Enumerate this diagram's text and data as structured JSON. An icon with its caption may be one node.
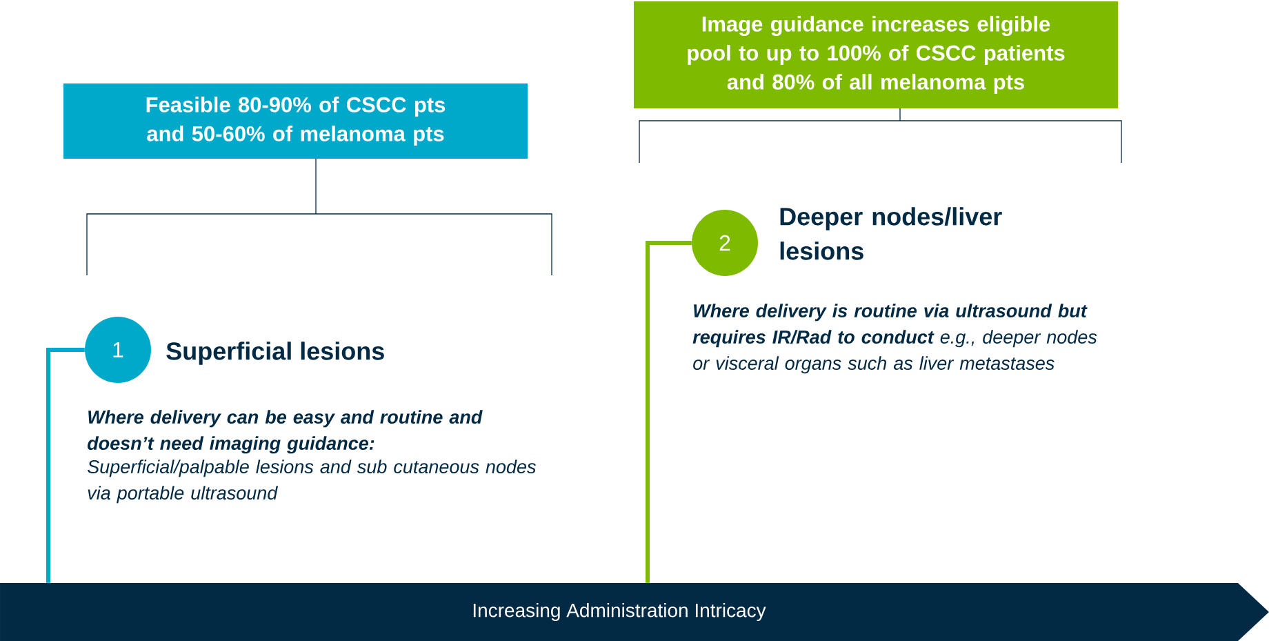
{
  "diagram": {
    "nodes": [
      {
        "text": [
          "Feasible 80-90% of CSCC pts and 50-60% of melanoma pts"
        ]
      },
      {
        "text": [
          "Image guidance increases eligible pool to up to 100% of CSCC patients and 80% of all melanoma pts"
        ]
      },
      {
        "text": [
          "1"
        ],
        "beside": [
          "Superficial lesions",
          "Where delivery can be easy and routine and doesn’t need imaging guidance:",
          "Superficial/palpable lesions and sub cutaneous nodes via portable ultrasound"
        ]
      },
      {
        "text": [
          "2"
        ],
        "beside": [
          "Deeper nodes/liver lesions",
          "**Where delivery is routine via ultrasound but requires IR/Rad to conduct** e.g., deeper nodes or visceral organs such as liver metastases"
        ]
      },
      {
        "text": [
          "Increasing Administration Intricacy"
        ]
      }
    ],
    "edges": [
      {
        "from": 2,
        "to": 4,
        "arrow": "none",
        "color": "#00a9c9"
      },
      {
        "from": 3,
        "to": 4,
        "arrow": "none",
        "color": "#7dba00"
      }
    ]
  }
}
